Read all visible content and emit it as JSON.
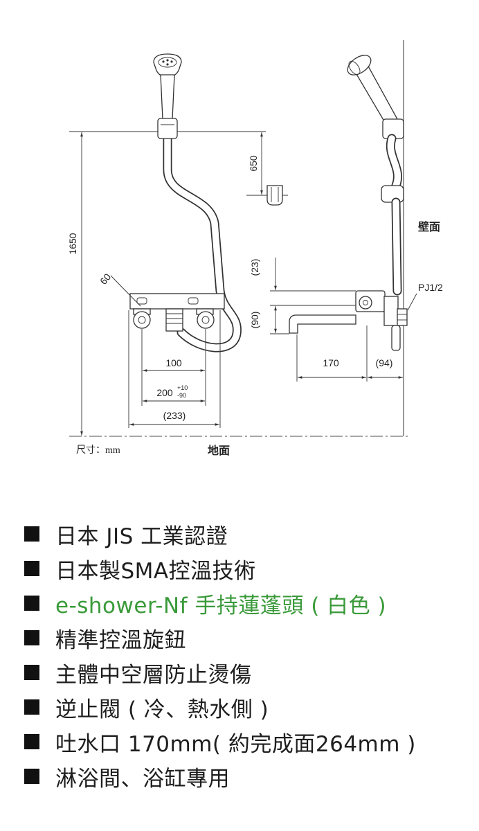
{
  "diagram": {
    "front": {
      "floor_to_holder": "1650",
      "holder_to_hook": "650",
      "knob_angle": "60",
      "knob_pitch": "100",
      "inlet_pitch": "200",
      "inlet_tolerance_plus": "+10",
      "inlet_tolerance_minus": "-90",
      "body_span": "(233)"
    },
    "side": {
      "wall_label": "壁面",
      "pipe_thread": "PJ1/2",
      "body_top_offset": "(23)",
      "spout_drop": "(90)",
      "spout_reach": "170",
      "wall_projection": "(94)"
    },
    "unit_note": "尺寸：mm",
    "floor_label": "地面"
  },
  "features": [
    {
      "text": "日本 JIS 工業認證",
      "highlight": false
    },
    {
      "text": "日本製SMA控溫技術",
      "highlight": false
    },
    {
      "text": "e-shower-Nf 手持蓮蓬頭 ( 白色 )",
      "highlight": true
    },
    {
      "text": "精準控溫旋鈕",
      "highlight": false
    },
    {
      "text": "主體中空層防止燙傷",
      "highlight": false
    },
    {
      "text": "逆止閥 ( 冷、熱水側 )",
      "highlight": false
    },
    {
      "text": "吐水口 170mm( 約完成面264mm )",
      "highlight": false
    },
    {
      "text": "淋浴間、浴缸專用",
      "highlight": false
    }
  ],
  "colors": {
    "highlight": "#3a9a3a",
    "text": "#1e1e1e",
    "line": "#333333",
    "bullet": "#111111"
  }
}
